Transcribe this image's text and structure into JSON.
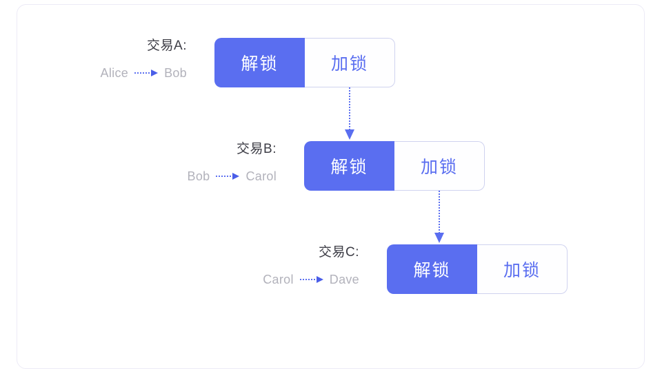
{
  "diagram": {
    "type": "flow",
    "title": "",
    "colors": {
      "accent": "#5a6ef0",
      "accent_dark": "#4a5ee8",
      "title_text": "#3c3c45",
      "party_text": "#b2b2bb",
      "card_border": "#eceaf6",
      "segment_border": "#cfd2ef",
      "segment_bg": "#fefeff",
      "page_bg": "#ffffff"
    },
    "rows": [
      {
        "title": "交易A:",
        "from": "Alice",
        "to": "Bob",
        "unlock_label": "解锁",
        "lock_label": "加锁"
      },
      {
        "title": "交易B:",
        "from": "Bob",
        "to": "Carol",
        "unlock_label": "解锁",
        "lock_label": "加锁"
      },
      {
        "title": "交易C:",
        "from": "Carol",
        "to": "Dave",
        "unlock_label": "解锁",
        "lock_label": "加锁"
      }
    ],
    "connectors": [
      {
        "from_row": 0,
        "to_row": 1
      },
      {
        "from_row": 1,
        "to_row": 2
      }
    ]
  }
}
